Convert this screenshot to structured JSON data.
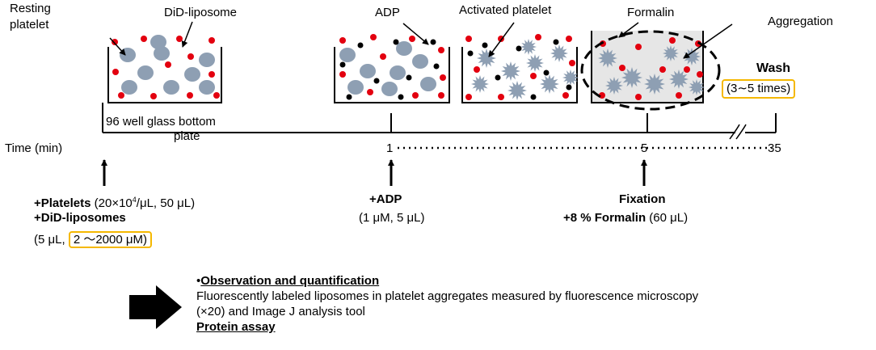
{
  "labels": {
    "resting_platelet_line1": "Resting",
    "resting_platelet_line2": "platelet",
    "did_liposome": "DiD-liposome",
    "adp": "ADP",
    "activated_platelet": "Activated platelet",
    "formalin": "Formalin",
    "aggregation": "Aggregation",
    "plate_line1": "96 well glass bottom",
    "plate_line2": "plate",
    "wash_title": "Wash",
    "wash_times": "(3∼5 times)",
    "time_axis": "Time (min)"
  },
  "timeline": {
    "ticks": [
      "1",
      "5",
      "35"
    ]
  },
  "steps": {
    "platelets_label": "+Platelets",
    "platelets_detail_a": " (20×10",
    "platelets_exp": "4",
    "platelets_detail_b": "/μL, 50 μL)",
    "liposomes_label": "+DiD-liposomes",
    "liposomes_detail": "(5 μL, ",
    "liposomes_conc": "2 〜2000 μM)",
    "adp_label": "+ADP",
    "adp_detail": "(1 μM, 5 μL)",
    "fixation_title": "Fixation",
    "fixation_label": "+8 % Formalin",
    "fixation_detail": " (60 μL)"
  },
  "observation": {
    "title_bullet": "•",
    "title": "Observation and quantification",
    "line1": "Fluorescently labeled liposomes in platelet aggregates measured by fluorescence microscopy",
    "line2": "(×20) and Image J analysis tool",
    "protein": "Protein assay"
  },
  "colors": {
    "platelet": "#8e9fb3",
    "liposome": "#e3000f",
    "adp": "#000000",
    "highlight_box": "#f5b800",
    "formalin_fill": "#e6e6e6"
  }
}
